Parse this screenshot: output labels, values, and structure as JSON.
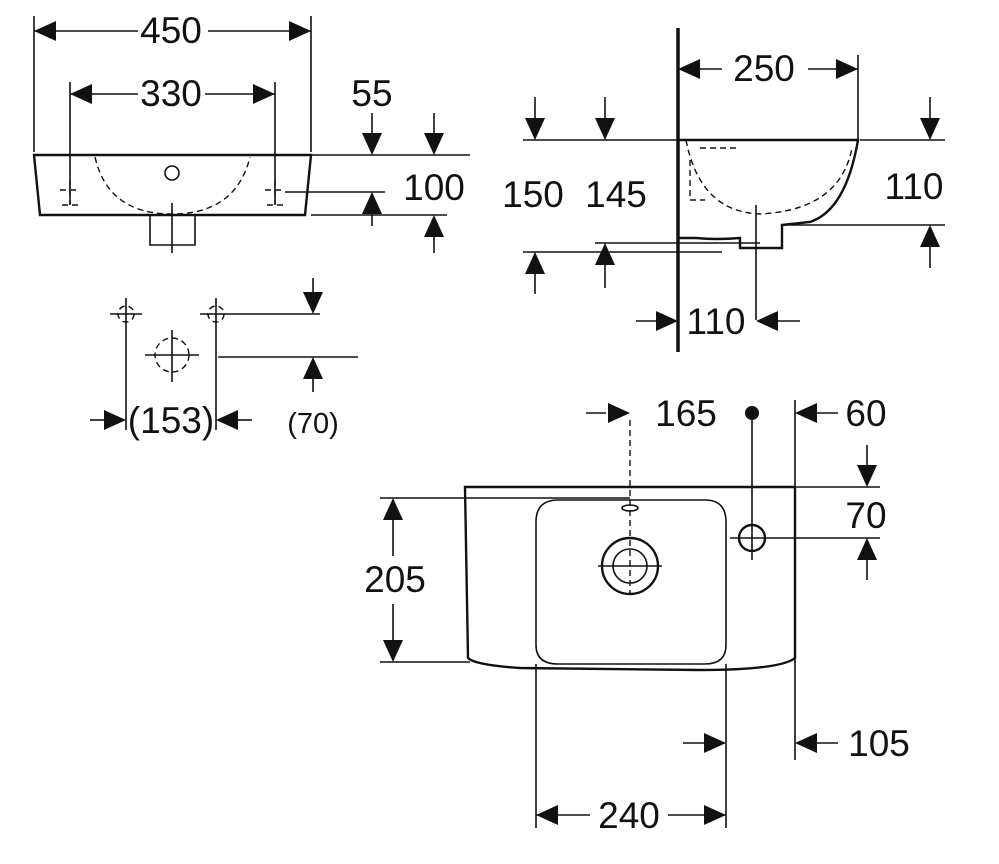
{
  "front_view": {
    "overall_width": "450",
    "tap_spacing": "330",
    "tap_height_offset": "55",
    "basin_height": "100"
  },
  "side_view": {
    "projection": "250",
    "height_a": "150",
    "height_b": "145",
    "rim_to_waste": "110",
    "waste_from_wall": "110"
  },
  "fixing_detail": {
    "fixing_spacing": "(153)",
    "fixing_height": "(70)"
  },
  "plan_view": {
    "waste_offset": "165",
    "tap_hole_offset": "60",
    "tap_hole_from_back": "70",
    "depth": "205",
    "bowl_edge_offset": "105",
    "bowl_width": "240"
  }
}
